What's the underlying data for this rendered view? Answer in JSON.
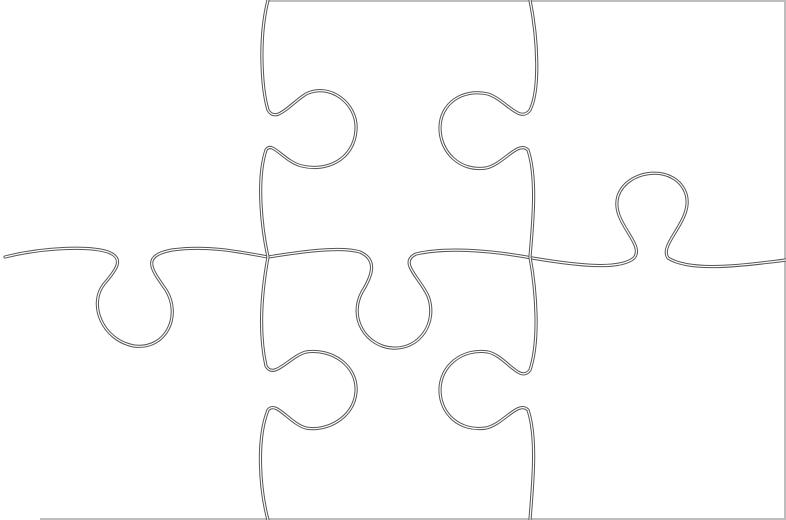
{
  "puzzle": {
    "rows": 2,
    "columns": 3,
    "pieces": 6,
    "line_color": "#555555",
    "background": "#ffffff"
  }
}
